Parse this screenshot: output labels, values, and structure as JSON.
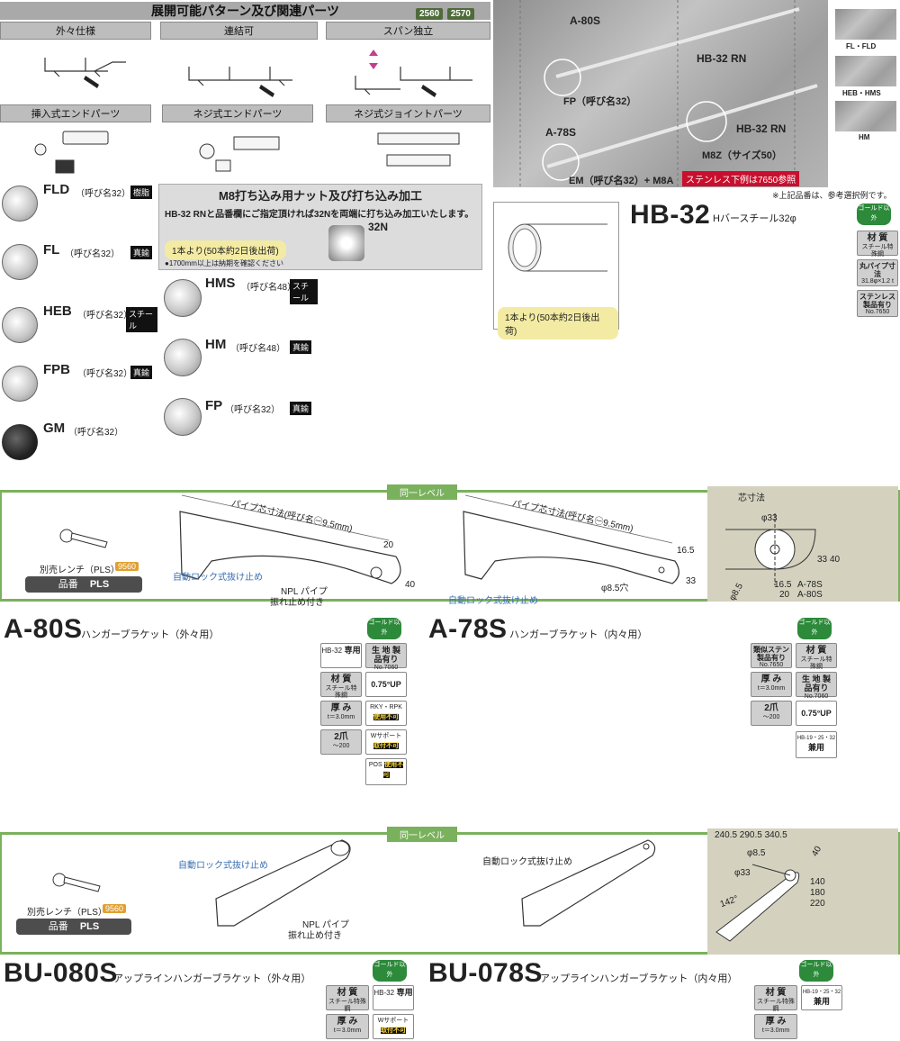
{
  "top_header": {
    "title": "展開可能パターン及び関連パーツ",
    "badge1": "2560",
    "badge2": "2570"
  },
  "patterns": {
    "col1": "外々仕様",
    "col2": "連結可",
    "col3": "スパン独立"
  },
  "end_parts": {
    "col1": "挿入式エンドパーツ",
    "col2": "ネジ式エンドパーツ",
    "col3": "ネジ式ジョイントパーツ"
  },
  "parts_left": [
    {
      "name": "FLD",
      "call": "（呼び名32）",
      "tag": "樹脂"
    },
    {
      "name": "FL",
      "call": "（呼び名32）",
      "tag": "真鍮"
    },
    {
      "name": "HEB",
      "call": "（呼び名32）",
      "tag": "スチール"
    },
    {
      "name": "FPB",
      "call": "（呼び名32）",
      "tag": "真鍮"
    },
    {
      "name": "GM",
      "call": "（呼び名32）",
      "tag": ""
    }
  ],
  "parts_right": [
    {
      "name": "HMS",
      "call": "（呼び名48）",
      "tag": "スチール"
    },
    {
      "name": "HM",
      "call": "（呼び名48）",
      "tag": "真鍮"
    },
    {
      "name": "FP",
      "call": "（呼び名32）",
      "tag": "真鍮"
    }
  ],
  "m8_panel": {
    "title": "M8打ち込み用ナット及び打ち込み加工",
    "text": "HB-32 RNと品番欄にご指定頂ければ32Nを両端に打ち込み加工いたします。",
    "tag": "1本より(50本約2日後出荷)",
    "note": "●1700mm以上は納期を確認ください",
    "nut_label": "32N"
  },
  "photo_labels": {
    "a80s": "A-80S",
    "hb32rn_1": "HB-32 RN",
    "fp": "FP（呼び名32）",
    "a78s": "A-78S",
    "hb32rn_2": "HB-32 RN",
    "m8z": "M8Z（サイズ50）",
    "em": "EM（呼び名32）+ M8A",
    "stainless": "ステンレス下例は7650参照",
    "side1": "FL・FLD",
    "side2": "HEB・HMS",
    "side3": "HM",
    "note": "※上記品番は、参考選択例です。"
  },
  "hb32": {
    "model": "HB-32",
    "desc": "Hバースチール32φ",
    "tag": "1本より(50本約2日後出荷)",
    "spec1_title": "材 質",
    "spec1_sub": "スチール特殊鋼",
    "spec2_title": "丸パイプ寸法",
    "spec2_sub": "31.8φ×1.2 t",
    "spec3_title": "ステンレス製品有り",
    "spec3_sub": "No.7650",
    "green": "ゴールド以外"
  },
  "section_a": {
    "level_tag": "同一レベル",
    "wrench": "別売レンチ（PLS）",
    "wrench_no": "9560",
    "part_no_label": "品番",
    "part_no": "PLS",
    "pipe_dim_1": "パイプ芯寸法(呼び名㊀9.5mm)",
    "pipe_dim_2": "パイプ芯寸法(呼び名㊀9.5mm)",
    "lock_1": "自動ロック式抜け止め",
    "lock_2": "自動ロック式抜け止め",
    "npl": "NPL パイプ",
    "npl2": "振れ止め付き",
    "dim_20": "20",
    "dim_40": "40",
    "dim_165": "16.5",
    "dim_33": "33",
    "dim_hole": "φ8.5穴",
    "core_title": "芯寸法",
    "core_phi33": "φ33",
    "core_33": "33",
    "core_40": "40",
    "core_phi85": "φ8.5",
    "core_165": "16.5",
    "core_20": "20",
    "core_a78": "A-78S",
    "core_a80": "A-80S"
  },
  "a80s": {
    "model": "A-80S",
    "desc": "ハンガーブラケット（外々用）",
    "spec_hb": "HB-32",
    "spec_hb_tag": "専用",
    "spec_ki": "生 地 製品有り",
    "spec_ki_no": "No.7060",
    "spec_mat": "材 質",
    "spec_mat_sub": "スチール特殊鋼",
    "spec_up": "0.75°UP",
    "spec_thick": "厚 み",
    "spec_thick_sub": "t＝3.0mm",
    "spec_rky": "RKY・RPK",
    "spec_rky_tag": "使用不可",
    "spec_claw": "2爪",
    "spec_claw_sub": "〜200",
    "spec_w": "Wサポート",
    "spec_w_tag": "取付不可",
    "spec_pos": "POS",
    "spec_pos_tag": "使用不可"
  },
  "a78s": {
    "model": "A-78S",
    "desc": "ハンガーブラケット（内々用）",
    "spec_sim": "類似ステン製品有り",
    "spec_sim_no": "No.7650",
    "spec_mat": "材 質",
    "spec_mat_sub": "スチール特殊鋼",
    "spec_thick": "厚 み",
    "spec_thick_sub": "t＝3.0mm",
    "spec_ki": "生 地 製品有り",
    "spec_ki_no": "No.7060",
    "spec_claw": "2爪",
    "spec_claw_sub": "〜200",
    "spec_up": "0.75°UP",
    "spec_hb": "HB-19・25・32",
    "spec_hb_tag": "兼用"
  },
  "section_b": {
    "level_tag": "同一レベル",
    "wrench": "別売レンチ（PLS）",
    "wrench_no": "9560",
    "part_no_label": "品番",
    "part_no": "PLS",
    "lock_1": "自動ロック式抜け止め",
    "lock_2": "自動ロック式抜け止め",
    "npl": "NPL パイプ",
    "npl2": "振れ止め付き",
    "dims_top": "240.5 290.5 340.5",
    "dim_phi85": "φ8.5",
    "dim_phi33": "φ33",
    "dim_40": "40",
    "dim_140": "140",
    "dim_180": "180",
    "dim_220": "220",
    "dim_142": "142°"
  },
  "bu080s": {
    "model": "BU-080S",
    "desc": "アップラインハンガーブラケット（外々用）",
    "spec_mat": "材 質",
    "spec_mat_sub": "スチール特殊鋼",
    "spec_hb": "HB-32",
    "spec_hb_tag": "専用",
    "spec_thick": "厚 み",
    "spec_thick_sub": "t＝3.0mm",
    "spec_w": "Wサポート",
    "spec_w_tag": "取付不可"
  },
  "bu078s": {
    "model": "BU-078S",
    "desc": "アップラインハンガーブラケット（内々用）",
    "spec_mat": "材 質",
    "spec_mat_sub": "スチール特殊鋼",
    "spec_hb": "HB-19・25・32",
    "spec_hb_tag": "兼用",
    "spec_thick": "厚 み",
    "spec_thick_sub": "t＝3.0mm"
  },
  "green_label": "ゴールド以外",
  "colors": {
    "level_green": "#7ab15d",
    "badge_green": "#4f6b3a",
    "dim_bg": "#d4d2bf"
  }
}
